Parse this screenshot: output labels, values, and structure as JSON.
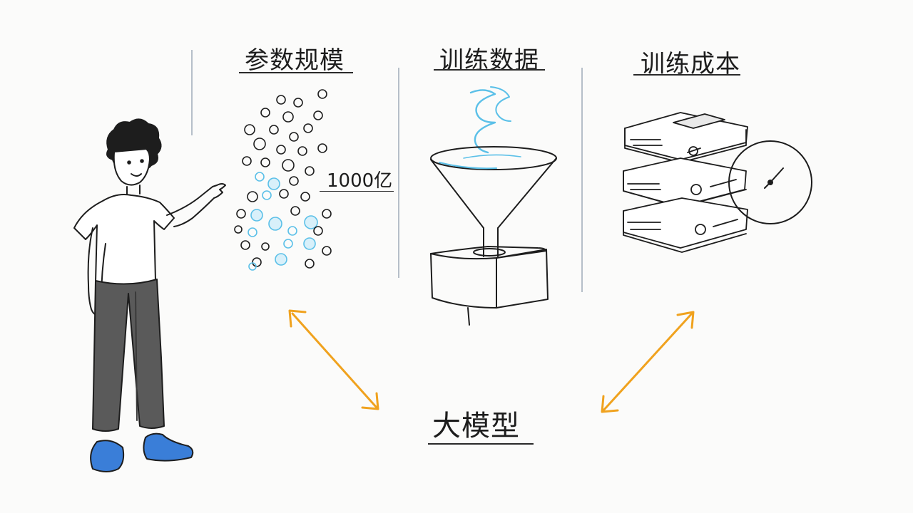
{
  "sections": {
    "params": {
      "title": "参数规模",
      "callout": "1000亿"
    },
    "data": {
      "title": "训练数据"
    },
    "cost": {
      "title": "训练成本"
    }
  },
  "center": {
    "title": "大模型"
  },
  "colors": {
    "ink": "#1d1d1d",
    "accent_blue": "#5bc0e8",
    "arrow_orange": "#f0a21e",
    "pants_gray": "#5a5a5a",
    "shoe_blue": "#3a7ed8",
    "divider_gray": "#7d8ea0"
  },
  "icons": [
    "person-pointing",
    "parameter-dots",
    "funnel-into-box",
    "server-stack",
    "clock"
  ]
}
